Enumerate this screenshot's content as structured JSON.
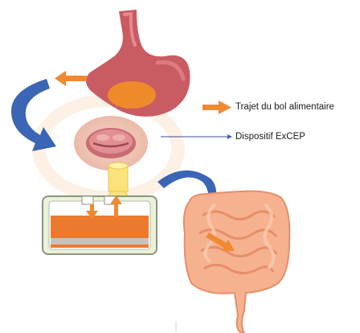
{
  "legend": {
    "food_path_label": "Trajet du bol alimentaire",
    "device_label": "Dispositif ExCEP"
  },
  "colors": {
    "stomach": "#c95b63",
    "stomach_highlight": "#e5898d",
    "stomach_bolus": "#ef8a2a",
    "orange_arrow": "#ef8a33",
    "blue_arrow": "#3b65b5",
    "device_frame": "#eaf2d9",
    "device_border": "#8d957f",
    "device_reservoir": "#ec7a2e",
    "yellow_tube": "#fbe27a",
    "intestine": "#f6b28f",
    "intestine_outline": "#e58f6a",
    "background_glow": "#fbeedf"
  },
  "icons": {
    "stomach": "stomach-illustration",
    "stoma": "stoma-illustration",
    "device": "device-illustration",
    "intestine": "intestine-illustration"
  }
}
